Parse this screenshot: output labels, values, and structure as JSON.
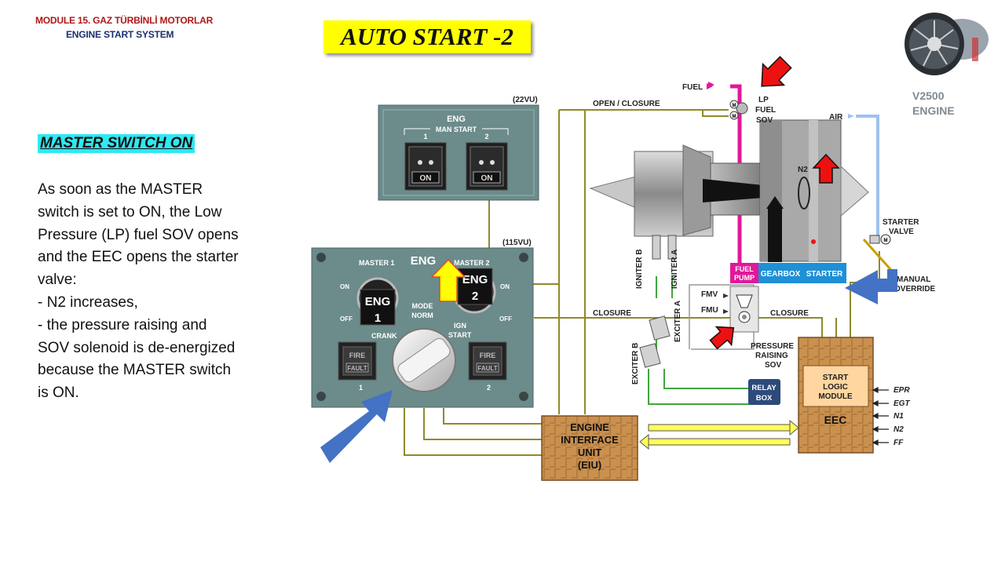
{
  "header": {
    "module": "MODULE 15. GAZ TÜRBİNLİ MOTORLAR",
    "system": "ENGINE START SYSTEM"
  },
  "title": "AUTO START -2",
  "subtitle": "MASTER SWITCH ON",
  "body_lines": [
    "As soon as the MASTER",
    "switch is set to ON, the Low",
    "Pressure (LP) fuel SOV opens",
    "and the EEC opens the starter",
    "valve:",
    "- N2 increases,",
    "- the pressure raising and",
    "SOV solenoid is de-energized",
    "because the MASTER switch",
    "is ON."
  ],
  "engine_label": {
    "line1": "V2500",
    "line2": "ENGINE"
  },
  "man_start_panel": {
    "vu": "(22VU)",
    "eng": "ENG",
    "man_start": "MAN START",
    "sw1": "1",
    "sw2": "2",
    "on": "ON"
  },
  "master_panel": {
    "vu": "(115VU)",
    "eng": "ENG",
    "master1": "MASTER 1",
    "master2": "MASTER 2",
    "on": "ON",
    "off": "OFF",
    "eng_knob": "ENG",
    "num1": "1",
    "num2": "2",
    "mode": "MODE",
    "norm": "NORM",
    "crank": "CRANK",
    "ign": "IGN",
    "start": "START",
    "fire": "FIRE",
    "fault": "FAULT"
  },
  "labels": {
    "fuel": "FUEL",
    "open_closure": "OPEN / CLOSURE",
    "lp": "LP",
    "lp_fuel": "FUEL",
    "lp_sov": "SOV",
    "air": "AIR",
    "n2": "N2",
    "starter_valve_1": "STARTER",
    "starter_valve_2": "VALVE",
    "manual_1": "MANUAL",
    "manual_2": "OVERRIDE",
    "fuel_pump_1": "FUEL",
    "fuel_pump_2": "PUMP",
    "gearbox": "GEARBOX",
    "starter": "STARTER",
    "fmv": "FMV",
    "fmu": "FMU",
    "closure_left": "CLOSURE",
    "closure_right": "CLOSURE",
    "psov_1": "PRESSURE",
    "psov_2": "RAISING",
    "psov_3": "SOV",
    "igniter_a": "IGNITER A",
    "igniter_b": "IGNITER B",
    "exciter_a": "EXCITER A",
    "exciter_b": "EXCITER B",
    "relay_1": "RELAY",
    "relay_2": "BOX",
    "eiu_1": "ENGINE",
    "eiu_2": "INTERFACE",
    "eiu_3": "UNIT",
    "eiu_4": "(EIU)",
    "slm_1": "START",
    "slm_2": "LOGIC",
    "slm_3": "MODULE",
    "eec": "EEC",
    "m": "M"
  },
  "eec_inputs": [
    "EPR",
    "EGT",
    "N1",
    "N2",
    "FF"
  ],
  "colors": {
    "wire": "#8f8a2a",
    "fuel_line": "#e0189a",
    "air_line": "#9ec1ee",
    "green_line": "#3fa63f",
    "arrow_red": "#ee1111",
    "arrow_blue": "#4472c4",
    "arrow_yellow": "#ffff00",
    "panel": "#6c8b8b",
    "eec_box": "#c58a4a"
  }
}
